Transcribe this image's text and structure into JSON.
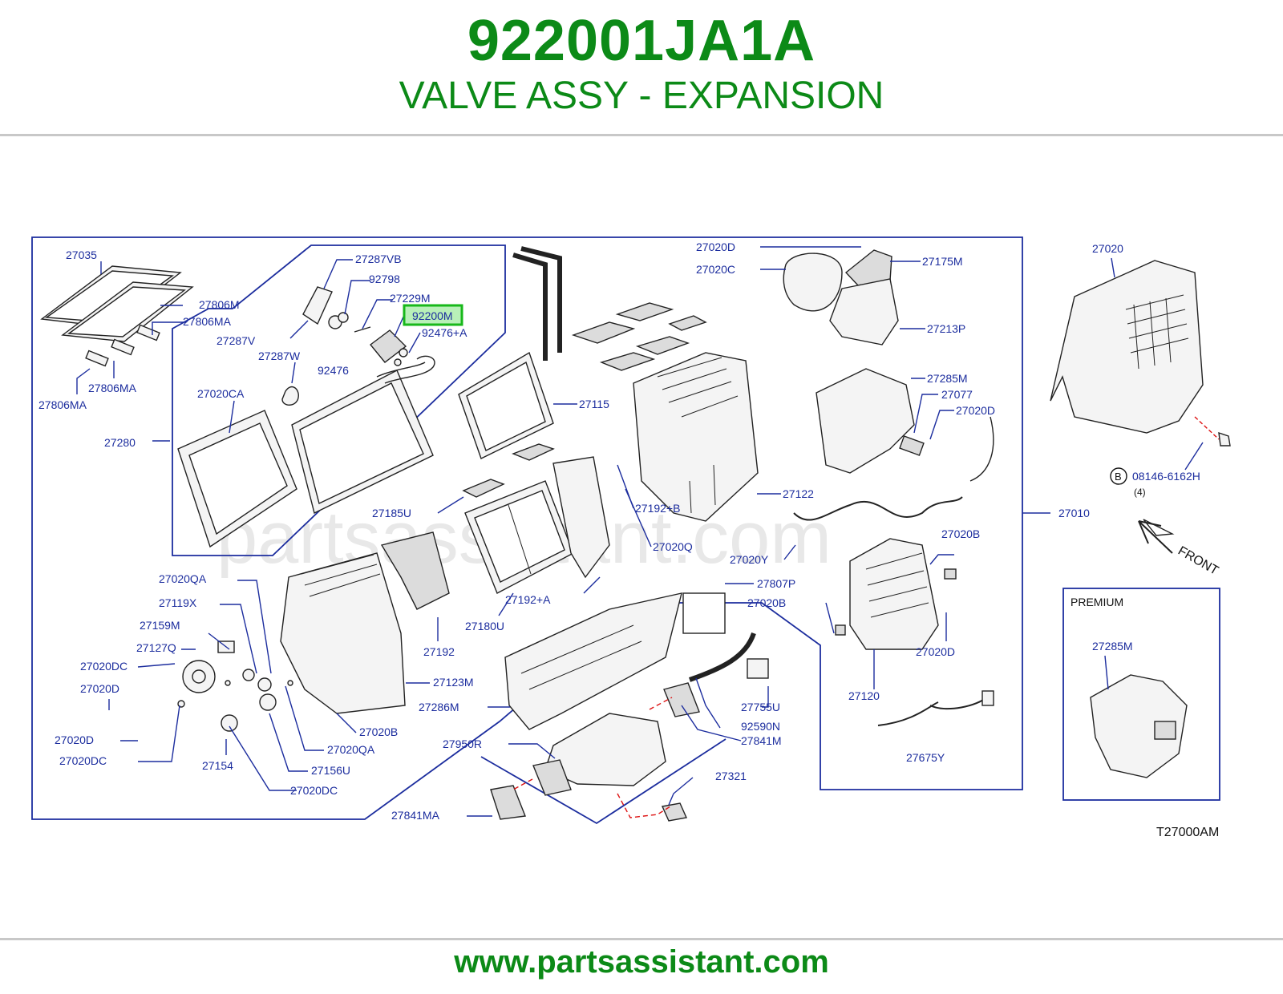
{
  "header": {
    "part_number": "922001JA1A",
    "part_name": "VALVE ASSY - EXPANSION"
  },
  "diagram": {
    "watermark": "partsassistant.com",
    "highlighted_part": "92200M",
    "callouts": [
      "27035",
      "27806M",
      "27806MA",
      "27806MA",
      "27806MA",
      "27287VB",
      "92798",
      "27229M",
      "92200M",
      "92476+A",
      "27287V",
      "27287W",
      "92476",
      "27020CA",
      "27280",
      "27020D",
      "27020C",
      "27175M",
      "27213P",
      "27115",
      "27285M",
      "27077",
      "27020D",
      "27122",
      "27185U",
      "27192+B",
      "27020Q",
      "27010",
      "27020B",
      "27020Y",
      "27192+A",
      "27180U",
      "27807P",
      "27020B",
      "27192",
      "27020QA",
      "27119X",
      "27159M",
      "27127Q",
      "27020DC",
      "27020D",
      "27020D",
      "27020DC",
      "27154",
      "27123M",
      "27286M",
      "27020B",
      "27020QA",
      "27156U",
      "27020DC",
      "27950R",
      "27755U",
      "92590N",
      "27841M",
      "27120",
      "27020D",
      "27675Y",
      "27321",
      "27841MA",
      "27020"
    ],
    "bolt": {
      "marker": "B",
      "number": "08146-6162H",
      "qty": "(4)"
    },
    "front_label": "FRONT",
    "inset": {
      "title": "PREMIUM",
      "part": "27285M"
    },
    "diagram_code": "T27000AM"
  },
  "footer": {
    "website": "www.partsassistant.com"
  },
  "colors": {
    "brand_green": "#0c8a17",
    "callout_blue": "#1c2d9e",
    "highlight_green": "#17b81a"
  }
}
